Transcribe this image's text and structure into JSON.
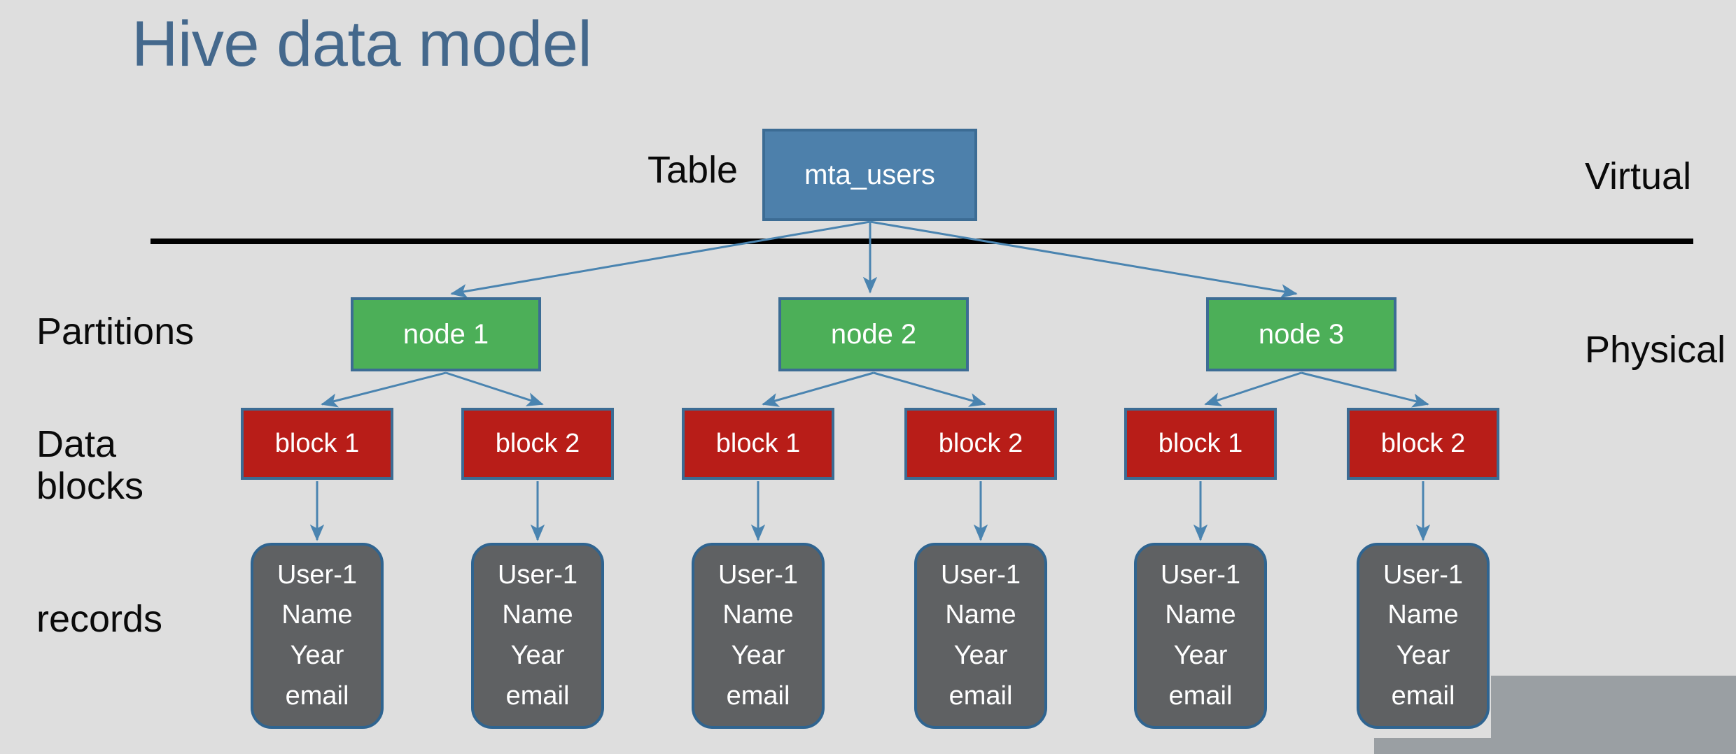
{
  "slide": {
    "title": "Hive data model",
    "background_color": "#dedede",
    "title_color": "#44688c"
  },
  "divider": {
    "color": "#000000",
    "label_above": "Virtual",
    "label_below": "Physical"
  },
  "row_labels": {
    "table": "Table",
    "partitions": "Partitions",
    "data_blocks_line1": "Data",
    "data_blocks_line2": "blocks",
    "records": "records"
  },
  "side_labels": {
    "virtual": "Virtual",
    "physical": "Physical"
  },
  "colors": {
    "table_box": "#4d80ab",
    "node_box": "#4caf58",
    "block_box": "#b81d18",
    "record_box": "#5f6163",
    "box_border": "#3c6c94",
    "record_border": "#2f6490",
    "connector": "#3f7aa6",
    "overlay_gray": "#9a9fa3"
  },
  "table_node": {
    "label": "mta_users"
  },
  "partitions": [
    {
      "label": "node 1"
    },
    {
      "label": "node 2"
    },
    {
      "label": "node 3"
    }
  ],
  "blocks": [
    {
      "label": "block 1"
    },
    {
      "label": "block 2"
    },
    {
      "label": "block 1"
    },
    {
      "label": "block 2"
    },
    {
      "label": "block 1"
    },
    {
      "label": "block 2"
    }
  ],
  "records": [
    {
      "line1": "User-1",
      "line2": "Name",
      "line3": "Year",
      "line4": "email"
    },
    {
      "line1": "User-1",
      "line2": "Name",
      "line3": "Year",
      "line4": "email"
    },
    {
      "line1": "User-1",
      "line2": "Name",
      "line3": "Year",
      "line4": "email"
    },
    {
      "line1": "User-1",
      "line2": "Name",
      "line3": "Year",
      "line4": "email"
    },
    {
      "line1": "User-1",
      "line2": "Name",
      "line3": "Year",
      "line4": "email"
    },
    {
      "line1": "User-1",
      "line2": "Name",
      "line3": "Year",
      "line4": "email"
    }
  ]
}
